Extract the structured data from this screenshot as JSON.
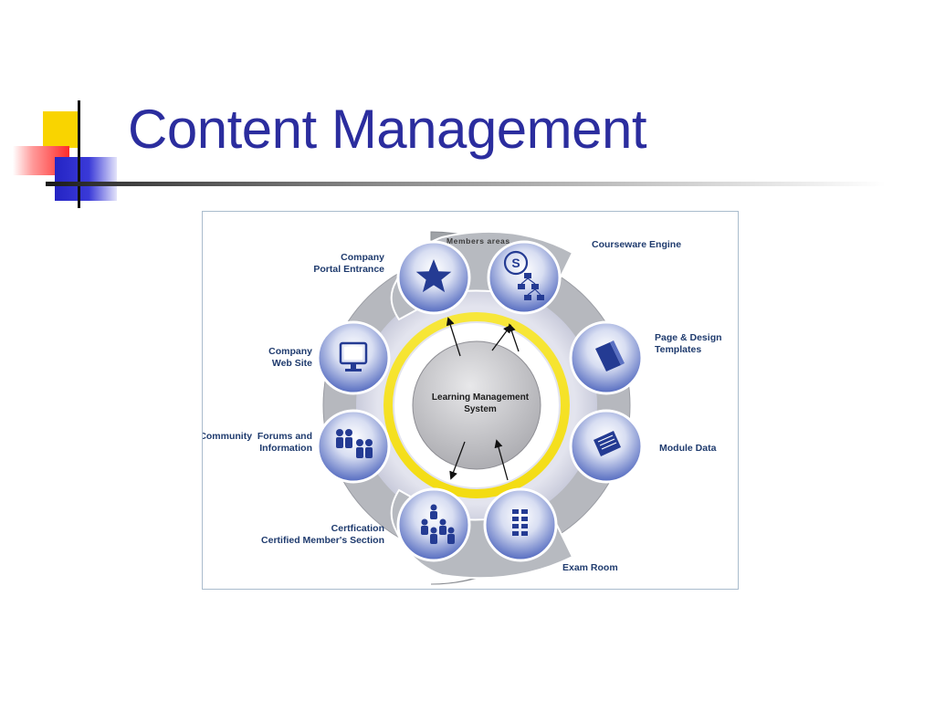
{
  "slide": {
    "title": "Content Management"
  },
  "diagram": {
    "center_label_line1": "Learning Management",
    "center_label_line2": "System",
    "members_area_label": "Members areas",
    "nodes": [
      {
        "label_line1": "Company",
        "label_line2": "Portal Entrance",
        "icon": "star-icon"
      },
      {
        "label_line1": "Courseware Engine",
        "label_line2": "",
        "icon": "flowchart-icon"
      },
      {
        "label_line1": "Company",
        "label_line2": "Web Site",
        "icon": "monitor-icon"
      },
      {
        "label_line1": "Page & Design",
        "label_line2": "Templates",
        "icon": "document-icon"
      },
      {
        "label_line1": "Community  Forums and",
        "label_line2": "Information",
        "icon": "group-icon"
      },
      {
        "label_line1": "Module Data",
        "label_line2": "",
        "icon": "notepad-icon"
      },
      {
        "label_line1": "Certfication",
        "label_line2": "Certified Member's Section",
        "icon": "hierarchy-icon"
      },
      {
        "label_line1": "Exam Room",
        "label_line2": "",
        "icon": "list-icon"
      }
    ]
  },
  "colors": {
    "title": "#2b2d9e",
    "node_fill": "#5c73c4",
    "outer_ring": "#9c9fa3",
    "yellow_ring": "#f3e32a",
    "label": "#1f3b6e"
  }
}
